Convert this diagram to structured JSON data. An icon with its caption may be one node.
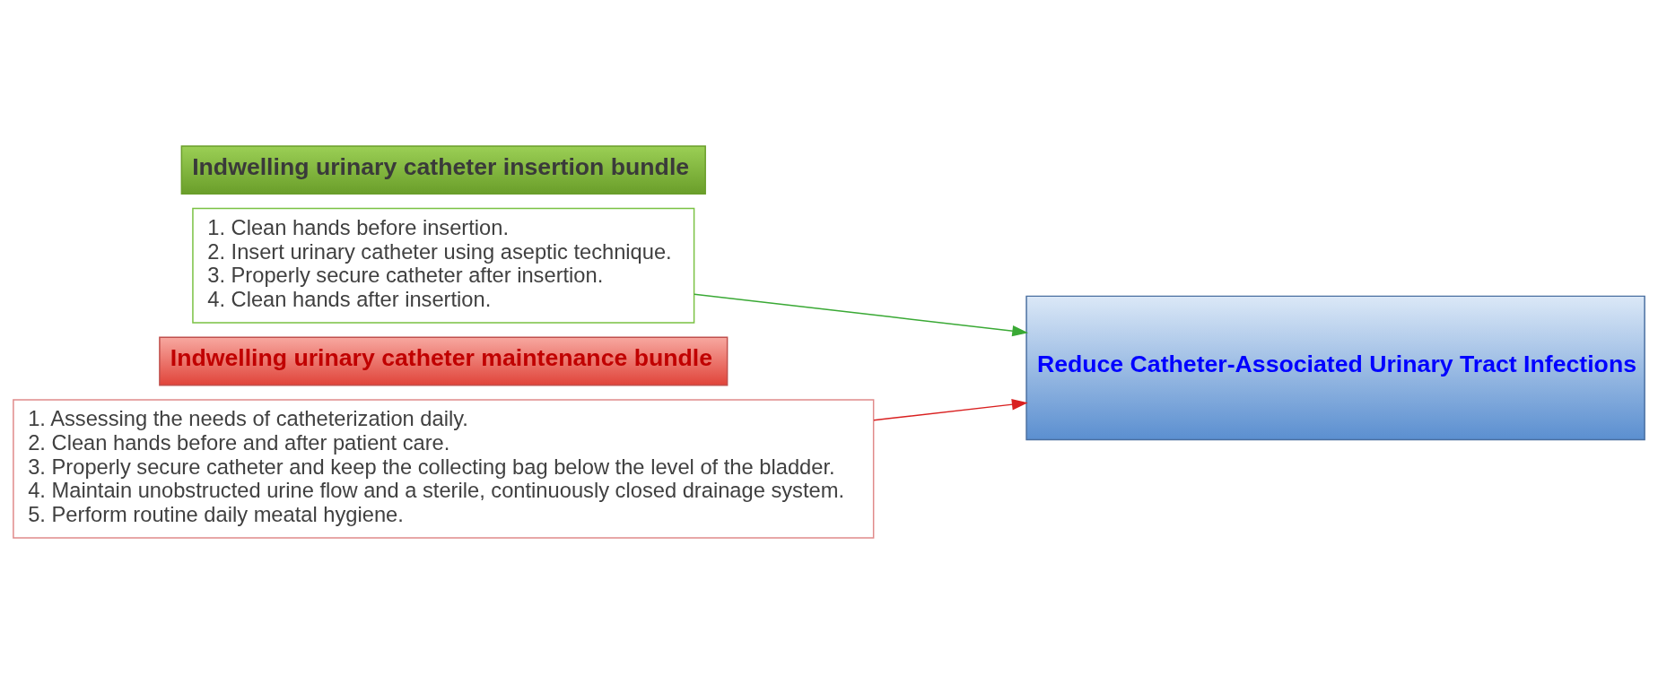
{
  "diagram": {
    "nodes": [
      {
        "text": [
          "Indwelling urinary catheter insertion bundle"
        ]
      },
      {
        "text": [
          "1. Clean hands before insertion.",
          "2. Insert urinary catheter using aseptic technique.",
          "3. Properly secure catheter after insertion.",
          "4. Clean hands after insertion."
        ]
      },
      {
        "text": [
          "Indwelling urinary catheter maintenance bundle"
        ]
      },
      {
        "text": [
          "1. Assessing the needs of catheterization daily.",
          "2. Clean hands before and after patient care.",
          "3. Properly secure catheter and keep the collecting bag below the level of the bladder.",
          "4. Maintain unobstructed urine flow and a sterile, continuously closed drainage system.",
          "5. Perform routine daily meatal hygiene."
        ]
      },
      {
        "text": [
          "Reduce Catheter-Associated Urinary Tract Infections"
        ]
      }
    ],
    "edges": [
      {
        "from": 1,
        "to": 4,
        "arrow": "to",
        "color": "#3aa935"
      },
      {
        "from": 3,
        "to": 4,
        "arrow": "to",
        "color": "#d92020"
      }
    ]
  }
}
